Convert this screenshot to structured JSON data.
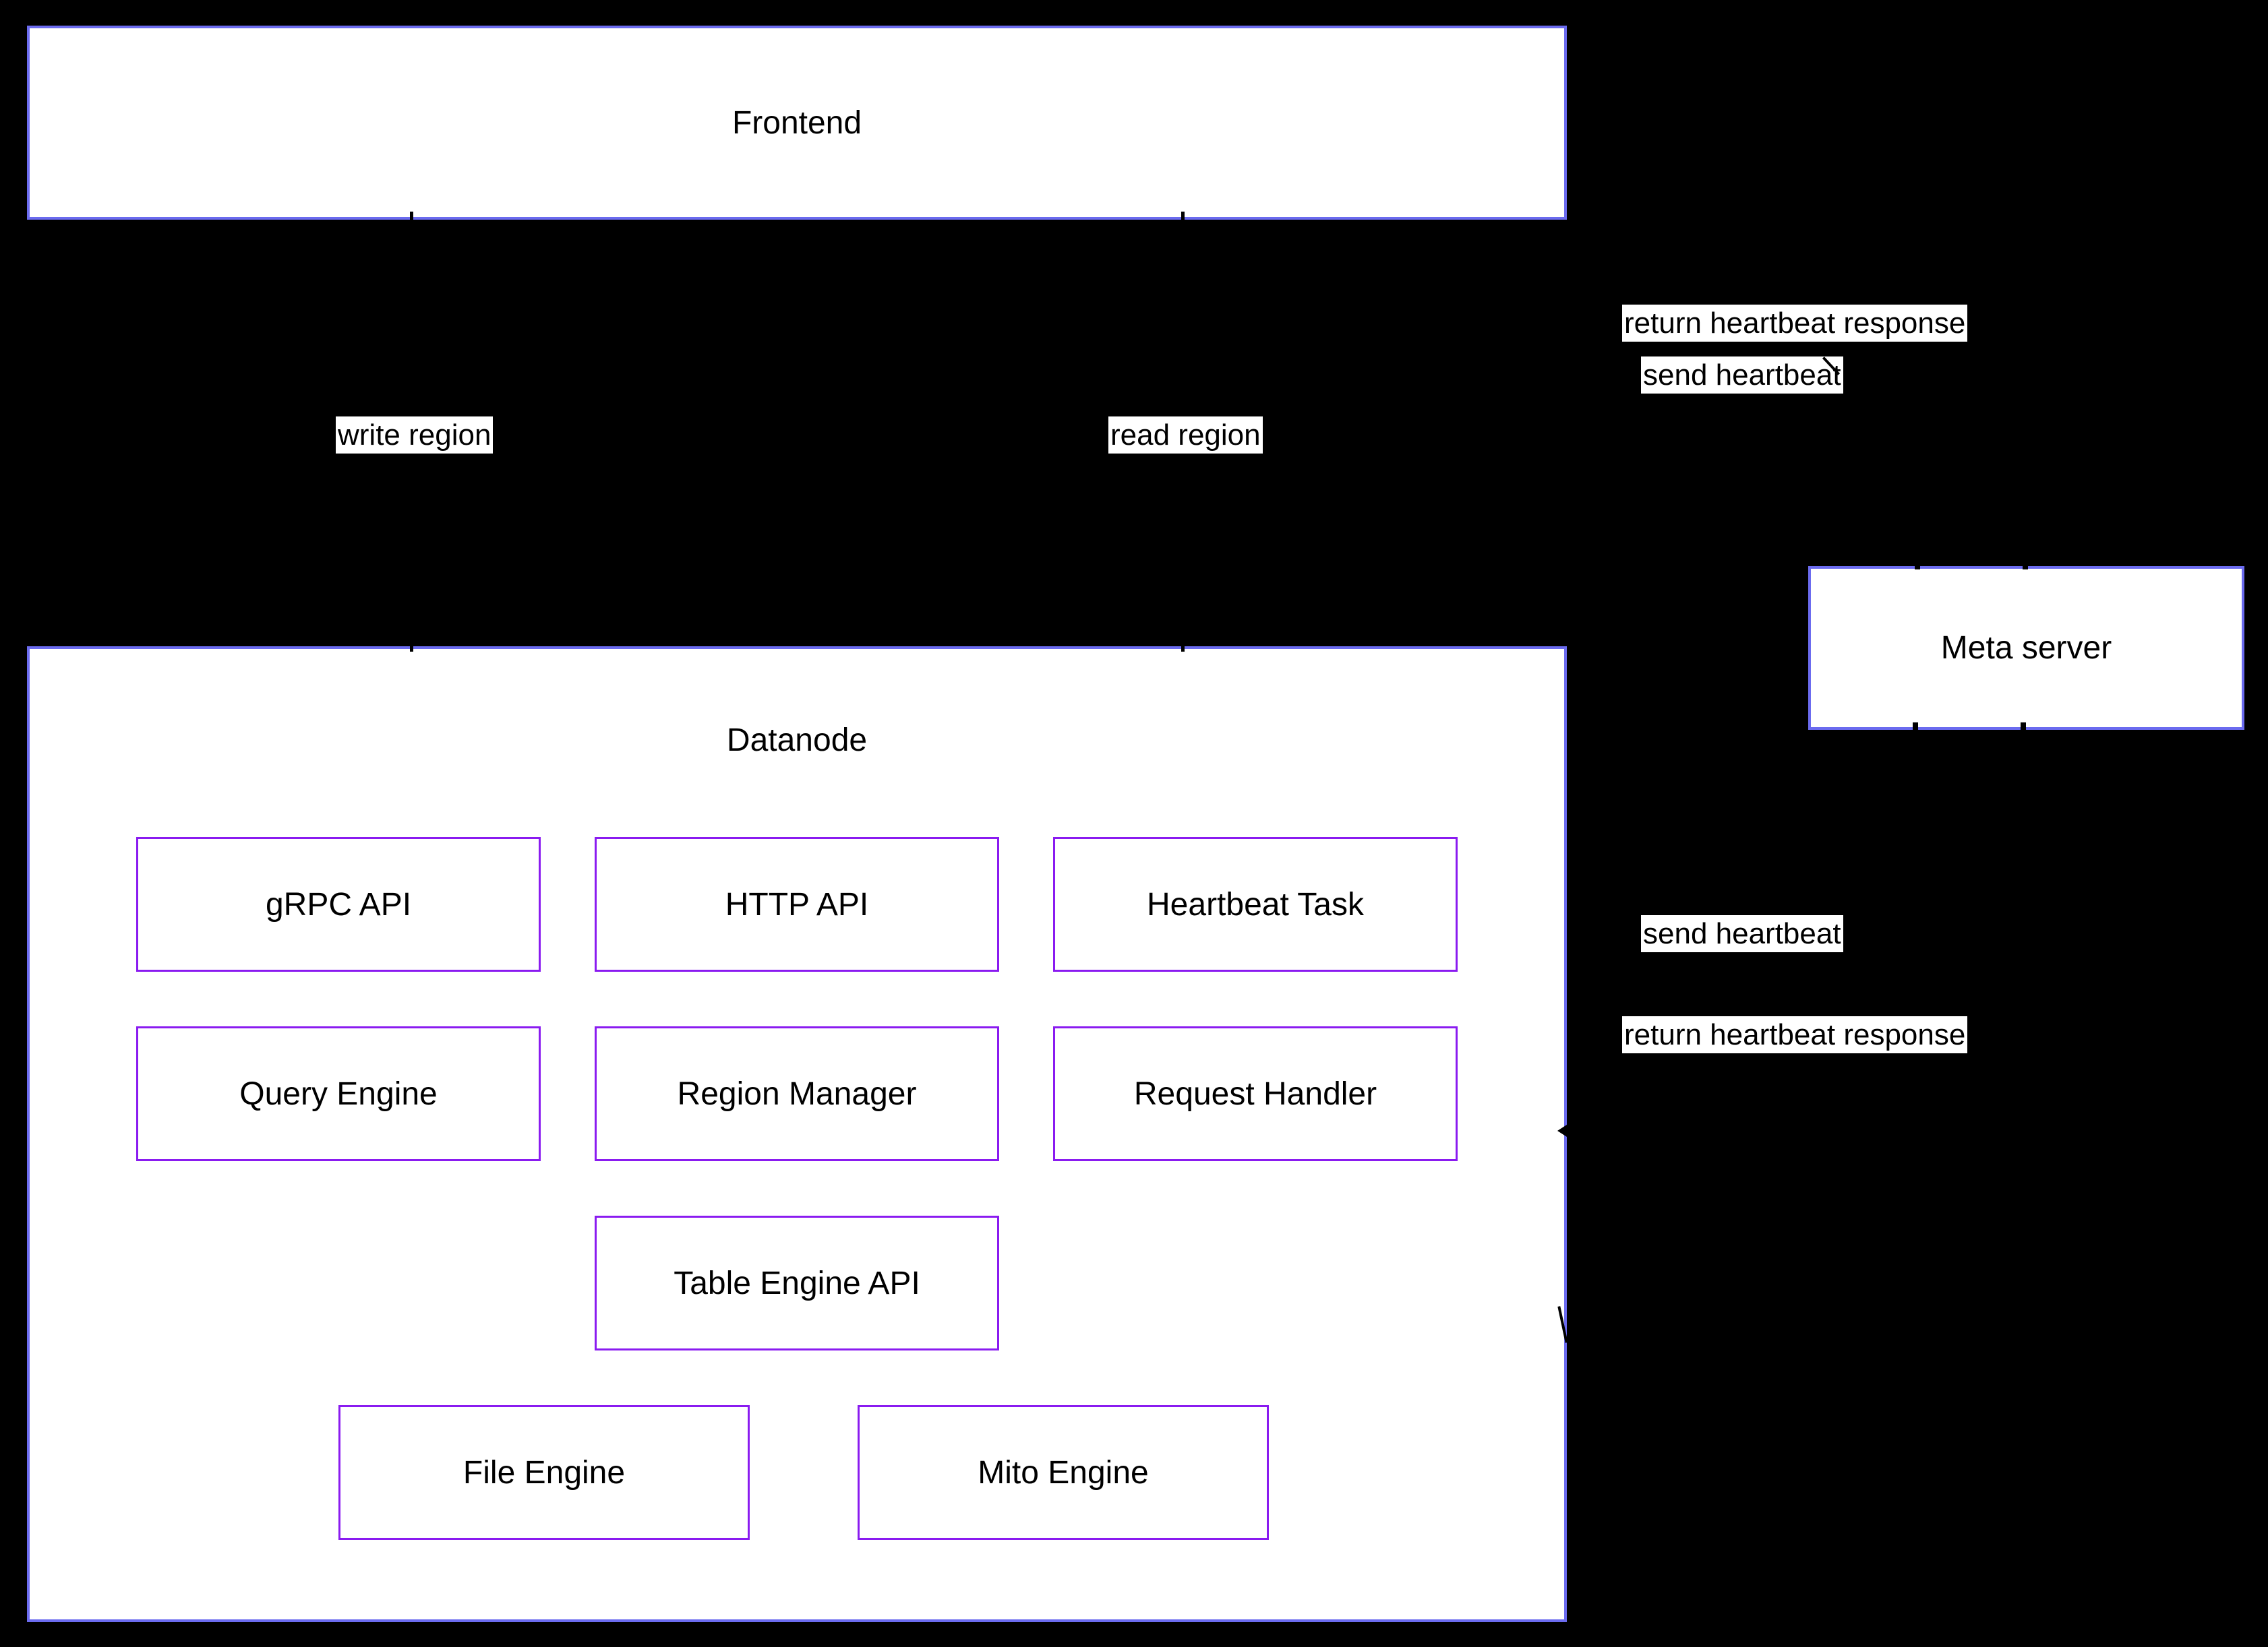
{
  "colors": {
    "background": "#000000",
    "node_fill": "#ffffff",
    "node_border": "#6b6bef",
    "component_border": "#8a1bf0",
    "text": "#000000",
    "label_bg": "#ffffff"
  },
  "frontend": {
    "title": "Frontend"
  },
  "meta_server": {
    "title": "Meta server"
  },
  "datanode": {
    "title": "Datanode",
    "components": [
      {
        "label": "gRPC API"
      },
      {
        "label": "HTTP API"
      },
      {
        "label": "Heartbeat Task"
      },
      {
        "label": "Query Engine"
      },
      {
        "label": "Region Manager"
      },
      {
        "label": "Request Handler"
      },
      {
        "label": "Table Engine API"
      },
      {
        "label": "File Engine"
      },
      {
        "label": "Mito Engine"
      }
    ]
  },
  "edge_labels": {
    "return_heartbeat_top": "return heartbeat response",
    "send_heartbeat_top": "send heartbeat",
    "write_region": "write region",
    "read_region": "read region",
    "send_heartbeat_right": "send heartbeat",
    "return_heartbeat_right": "return heartbeat response"
  }
}
